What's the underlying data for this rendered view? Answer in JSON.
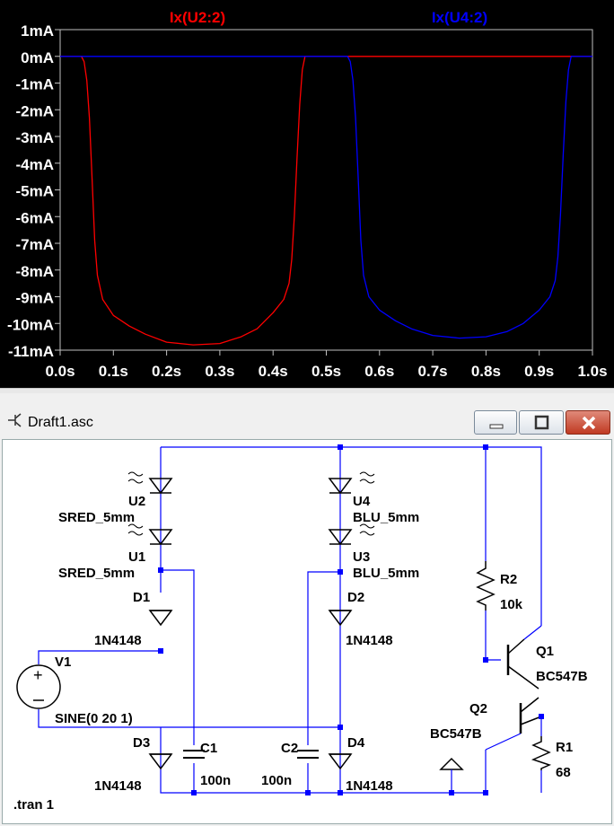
{
  "chart_data": {
    "type": "line",
    "title": "",
    "xlabel": "",
    "ylabel": "",
    "xlim": [
      0.0,
      1.0
    ],
    "ylim": [
      -11,
      1
    ],
    "x_ticks": [
      "0.0s",
      "0.1s",
      "0.2s",
      "0.3s",
      "0.4s",
      "0.5s",
      "0.6s",
      "0.7s",
      "0.8s",
      "0.9s",
      "1.0s"
    ],
    "y_ticks": [
      "1mA",
      "0mA",
      "-1mA",
      "-2mA",
      "-3mA",
      "-4mA",
      "-5mA",
      "-6mA",
      "-7mA",
      "-8mA",
      "-9mA",
      "-10mA",
      "-11mA"
    ],
    "series": [
      {
        "name": "Ix(U2:2)",
        "color": "#ff0000",
        "x": [
          0.0,
          0.04,
          0.045,
          0.05,
          0.055,
          0.06,
          0.065,
          0.07,
          0.08,
          0.1,
          0.13,
          0.16,
          0.2,
          0.25,
          0.3,
          0.34,
          0.37,
          0.4,
          0.42,
          0.43,
          0.435,
          0.44,
          0.445,
          0.45,
          0.455,
          0.46,
          0.5,
          0.53,
          0.6,
          0.7,
          0.8,
          0.9,
          1.0
        ],
        "y": [
          0,
          0,
          -0.2,
          -0.9,
          -2.3,
          -4.6,
          -6.9,
          -8.2,
          -9.1,
          -9.7,
          -10.1,
          -10.4,
          -10.7,
          -10.8,
          -10.75,
          -10.5,
          -10.2,
          -9.6,
          -9.1,
          -8.5,
          -7.6,
          -6.0,
          -3.8,
          -1.8,
          -0.5,
          0,
          0,
          0,
          0,
          0,
          0,
          0,
          0
        ]
      },
      {
        "name": "Ix(U4:2)",
        "color": "#0000ff",
        "x": [
          0.0,
          0.1,
          0.2,
          0.3,
          0.4,
          0.5,
          0.54,
          0.545,
          0.55,
          0.555,
          0.56,
          0.565,
          0.57,
          0.58,
          0.6,
          0.63,
          0.66,
          0.7,
          0.75,
          0.8,
          0.84,
          0.87,
          0.9,
          0.92,
          0.93,
          0.935,
          0.94,
          0.945,
          0.95,
          0.955,
          0.96,
          1.0
        ],
        "y": [
          0,
          0,
          0,
          0,
          0,
          0,
          0,
          -0.2,
          -0.9,
          -2.3,
          -4.6,
          -6.9,
          -8.2,
          -9.0,
          -9.5,
          -9.9,
          -10.2,
          -10.45,
          -10.55,
          -10.5,
          -10.3,
          -10.0,
          -9.5,
          -9.0,
          -8.4,
          -7.5,
          -5.9,
          -3.7,
          -1.7,
          -0.5,
          0,
          0
        ]
      }
    ],
    "grid": false,
    "legend": "top"
  },
  "colors": {
    "plot_background": "#000000",
    "axis_text": "#ffffff",
    "trace_red": "#ff0000",
    "trace_blue": "#0000ff"
  },
  "window": {
    "title": "Draft1.asc",
    "icons": {
      "app": "schematic-icon",
      "minimize": "minimize-icon",
      "maximize": "maximize-icon",
      "close": "close-icon"
    }
  },
  "schematic": {
    "labels": {
      "u2": "U2",
      "u2_model": "SRED_5mm",
      "u1": "U1",
      "u1_model": "SRED_5mm",
      "d1": "D1",
      "d1_model": "1N4148",
      "v1": "V1",
      "v1_value": "SINE(0 20 1)",
      "d3": "D3",
      "d3_model": "1N4148",
      "c1": "C1",
      "c1_value": "100n",
      "c2": "C2",
      "c2_value": "100n",
      "u4": "U4",
      "u4_model": "BLU_5mm",
      "u3": "U3",
      "u3_model": "BLU_5mm",
      "d2": "D2",
      "d2_model": "1N4148",
      "d4": "D4",
      "d4_model": "1N4148",
      "r2": "R2",
      "r2_value": "10k",
      "q1": "Q1",
      "q1_model": "BC547B",
      "q2": "Q2",
      "q2_model": "BC547B",
      "r1": "R1",
      "r1_value": "68",
      "directive": ".tran 1"
    }
  }
}
